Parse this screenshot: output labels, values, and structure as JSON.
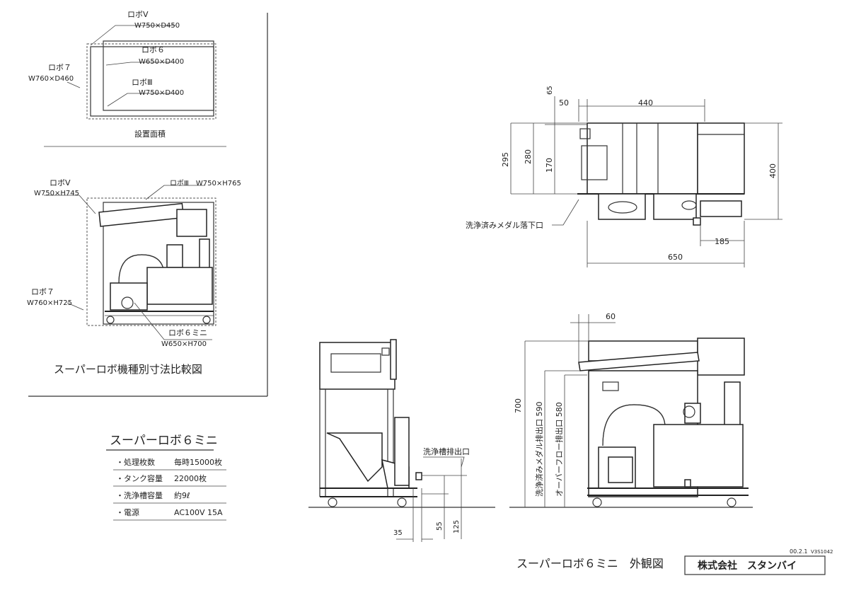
{
  "comparison": {
    "footprint_title": "設置面積",
    "diagram_title": "スーパーロボ機種別寸法比較図",
    "footprint_labels": {
      "robo_v": [
        "ロボV",
        "W750×D450"
      ],
      "robo_6": [
        "ロボ６",
        "W650×D400"
      ],
      "robo_7": [
        "ロボ７",
        "W760×D460"
      ],
      "robo_3": [
        "ロボⅢ",
        "W750×D400"
      ]
    },
    "height_labels": {
      "robo_v": [
        "ロボV",
        "W750×H745"
      ],
      "robo_3": "ロボⅢ　W750×H765",
      "robo_7": [
        "ロボ７",
        "W760×H725"
      ],
      "robo_6mini": [
        "ロボ６ミニ",
        "W650×H700"
      ]
    }
  },
  "specs": {
    "product_title": "スーパーロボ６ミニ",
    "rows": [
      {
        "label": "・処理枚数",
        "value": "毎時15000枚"
      },
      {
        "label": "・タンク容量",
        "value": "22000枚"
      },
      {
        "label": "・洗浄槽容量",
        "value": "約9ℓ"
      },
      {
        "label": "・電源",
        "value": "AC100V 15A"
      }
    ]
  },
  "top_view": {
    "dims": {
      "d50": "50",
      "d440": "440",
      "d65": "65",
      "d295": "295",
      "d280": "280",
      "d170": "170",
      "d400": "400",
      "d185": "185",
      "d650": "650"
    },
    "callout": "洗浄済みメダル落下口"
  },
  "side_view": {
    "callout": "洗浄槽排出口",
    "dims": {
      "d35": "35",
      "d55": "55",
      "d125": "125"
    }
  },
  "front_view": {
    "dims": {
      "d60": "60",
      "d700": "700"
    },
    "outlet_590": "洗浄済みメダル排出口 590",
    "outlet_580": "オーバーフロー排出口 580"
  },
  "footer": {
    "drawing_title": "スーパーロボ６ミニ　外観図",
    "date": "00.2.1",
    "code": "V3S1042",
    "company": "株式会社　スタンバイ"
  }
}
